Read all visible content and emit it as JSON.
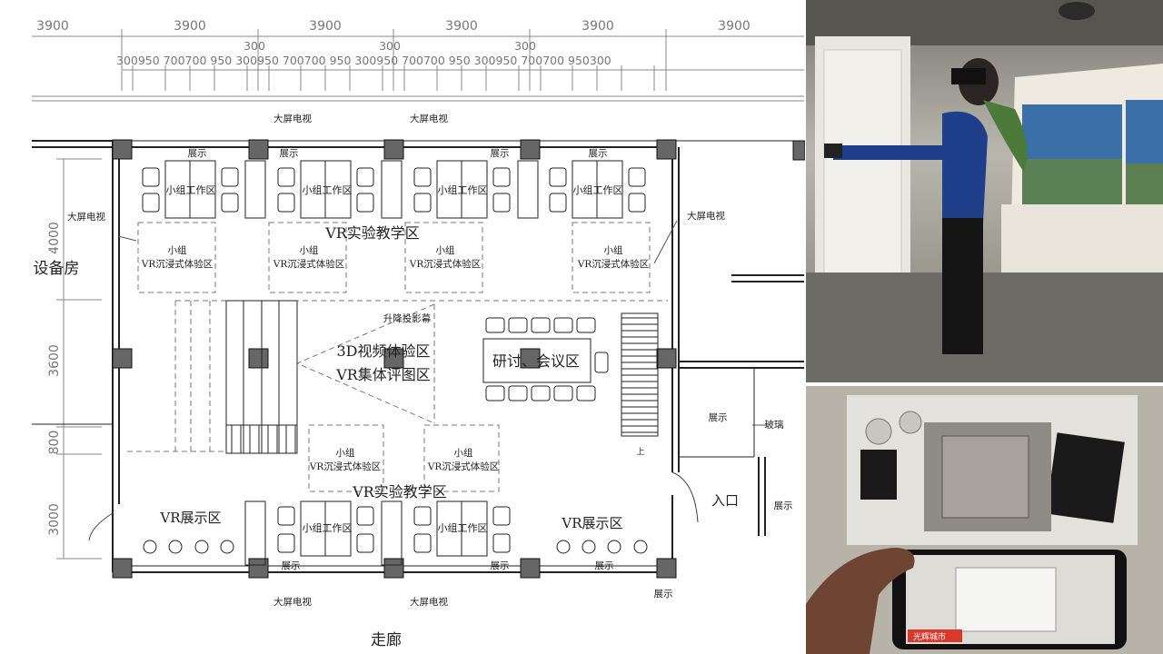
{
  "plan": {
    "dims_top": [
      "3900",
      "3900",
      "3900",
      "3900",
      "3900",
      "3900"
    ],
    "dims_300": [
      "300",
      "300",
      "300"
    ],
    "dims_sub": "300950 700700 950  300950 700700 950  300950 700700 950  300950 700700 950300",
    "dims_left": [
      "4000",
      "3600",
      "800",
      "3000"
    ],
    "room_equipment": "设备房",
    "corridor": "走廊",
    "entrance": "入口",
    "glass": "玻璃",
    "display_label": "展示",
    "tv_label": "大屏电视",
    "group_work": "小组工作区",
    "vr_teaching": "VR实验教学区",
    "group_line1": "小组",
    "group_line2": "VR沉浸式体验区",
    "projector": "升降投影幕",
    "zone_3d": "3D视频体验区",
    "zone_vr_review": "VR集体评图区",
    "meeting": "研讨、会议区",
    "vr_display": "VR展示区",
    "stair_up": "上"
  },
  "photos": {
    "ar_app_brand": "光辉城市"
  },
  "colors": {
    "line": "#222222",
    "column": "#666666",
    "dash": "#777777"
  }
}
